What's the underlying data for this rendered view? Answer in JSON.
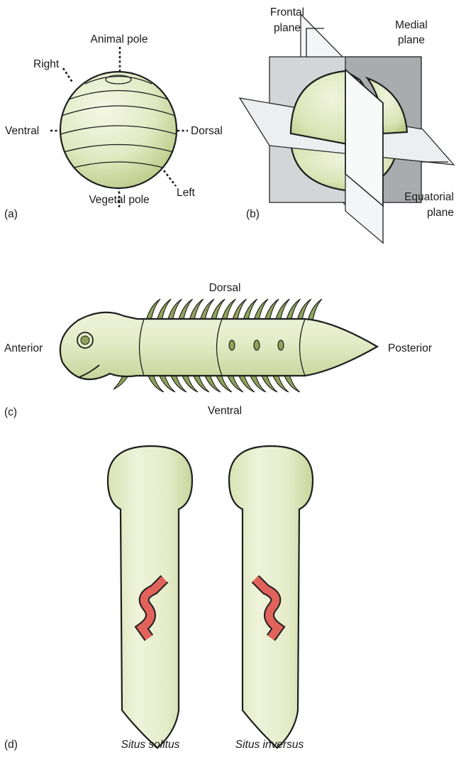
{
  "panels": {
    "a": {
      "letter": "(a)",
      "labels": {
        "animal_pole": "Animal pole",
        "right": "Right",
        "ventral": "Ventral",
        "dorsal": "Dorsal",
        "left": "Left",
        "vegetal_pole": "Vegetal pole"
      }
    },
    "b": {
      "letter": "(b)",
      "labels": {
        "frontal_1": "Frontal",
        "frontal_2": "plane",
        "medial_1": "Medial",
        "medial_2": "plane",
        "equatorial_1": "Equatorial",
        "equatorial_2": "plane"
      }
    },
    "c": {
      "letter": "(c)",
      "labels": {
        "dorsal": "Dorsal",
        "anterior": "Anterior",
        "posterior": "Posterior",
        "ventral": "Ventral"
      }
    },
    "d": {
      "letter": "(d)",
      "labels": {
        "solitus": "Situs solitus",
        "inversus": "Situs inversus"
      }
    }
  },
  "colors": {
    "body_fill": "#e9efcf",
    "body_shadow": "#bccd8a",
    "plane_light": "#d3d5d8",
    "plane_dark": "#a9acaf",
    "plane_white": "#f4f5f6",
    "heart": "#e0625a",
    "spine": "#8fa35a"
  }
}
